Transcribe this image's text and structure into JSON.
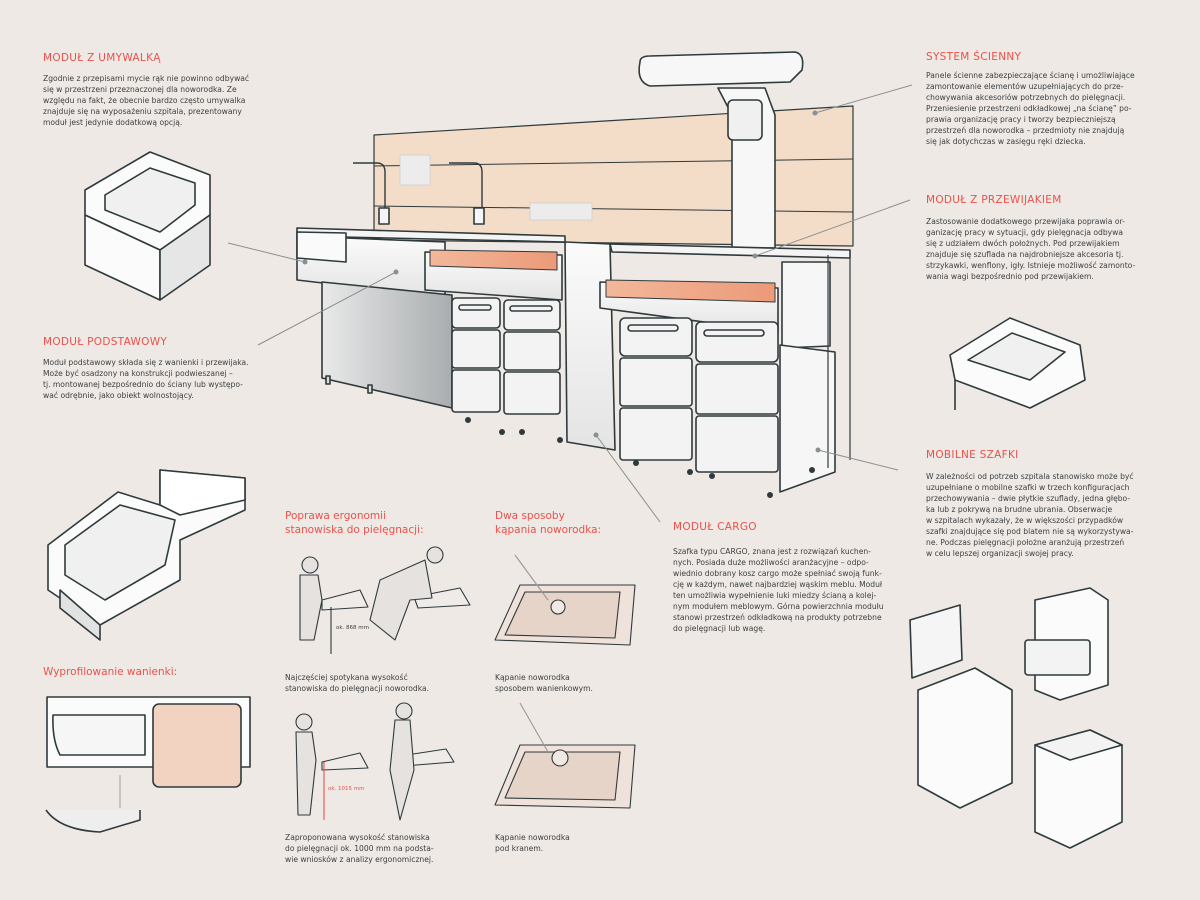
{
  "colors": {
    "background": "#efe9e5",
    "accent": "#e8524b",
    "text": "#3b3f41",
    "line": "#2f3a3c",
    "panel": "#f3dcc8",
    "pad": "#f0a583"
  },
  "sections": {
    "umywalka": {
      "title": "MODUŁ Z UMYWALKĄ",
      "body": "Zgodnie z przepisami mycie rąk nie  powinno odbywać\nsię w przestrzeni przeznaczonej dla noworodka. Ze\nwzględu na fakt, że obecnie bardzo często umywalka\nznajduje się na wyposażeniu szpitala, prezentowany\nmoduł jest jedynie dodatkową opcją."
    },
    "podstawowy": {
      "title": "MODUŁ PODSTAWOWY",
      "body": "Moduł podstawowy składa się z wanienki i przewijaka.\nMoże być osadzony na konstrukcji podwieszanej –\ntj. montowanej bezpośrednio do ściany lub występo-\nwać odrębnie, jako obiekt wolnostojący."
    },
    "wyprofilowanie": {
      "title": "Wyprofilowanie wanienki:"
    },
    "ergonomia": {
      "title": "Poprawa ergonomii\nstanowiska do pielęgnacji:",
      "measure_1": "ok. 868 mm",
      "caption_1": "Najczęściej spotykana wysokość\nstanowiska do pielęgnacji noworodka.",
      "measure_2": "ok. 1015 mm",
      "caption_2": "Zaproponowana wysokość stanowiska\ndo pielęgnacji ok. 1000 mm na podsta-\nwie wniosków z analizy ergonomicznej."
    },
    "kapanie": {
      "title": "Dwa sposoby\nkąpania noworodka:",
      "caption_1": "Kąpanie noworodka\nsposobem wanienkowym.",
      "caption_2": "Kąpanie noworodka\npod kranem."
    },
    "cargo": {
      "title": "MODUŁ CARGO",
      "body": "Szafka typu CARGO, znana jest z rozwiązań kuchen-\nnych. Posiada duże możliwości aranżacyjne – odpo-\nwiednio dobrany kosz cargo może spełniać swoją funk-\ncję w każdym, nawet najbardziej wąskim meblu. Moduł\nten umożliwia wypełnienie luki miedzy ścianą a kolej-\nnym modułem meblowym. Górna powierzchnia modułu\nstanowi przestrzeń odkładkową na produkty potrzebne\ndo pielęgnacji lub wagę."
    },
    "system": {
      "title": "SYSTEM ŚCIENNY",
      "body": "Panele ścienne zabezpieczające ścianę i umożliwiające\nzamontowanie elementów uzupełniających do prze-\nchowywania akcesoriów potrzebnych do pielęgnacji.\nPrzeniesienie przestrzeni odkładkowej „na ścianę” po-\nprawia organizację pracy i tworzy bezpieczniejszą\nprzestrzeń dla noworodka – przedmioty nie znajdują\nsię jak dotychczas w zasięgu ręki dziecka."
    },
    "przewijak": {
      "title": "MODUŁ Z PRZEWIJAKIEM",
      "body": "Zastosowanie dodatkowego przewijaka poprawia or-\nganizację pracy w sytuacji, gdy pielęgnacja odbywa\nsię z udziałem dwóch położnych. Pod przewijakiem\nznajduje się szuflada na najdrobniejsze akcesoria tj.\nstrzykawki, wenflony, igły. Istnieje możliwość zamonto-\nwania wagi bezpośrednio pod przewijakiem."
    },
    "mobilne": {
      "title": "MOBILNE SZAFKI",
      "body": "W zależności od potrzeb szpitala stanowisko może być\nuzupełniane o mobilne szafki w trzech konfiguracjach\nprzechowywania – dwie płytkie szuflady, jedna głębo-\nka lub z pokrywą na brudne ubrania. Obserwacje\nw szpitalach wykazały, że w większości przypadków\nszafki znajdujące się pod blatem nie są wykorzystywa-\nne. Podczas pielęgnacji położne aranżują przestrzeń\nw celu lepszej organizacji swojej pracy."
    }
  }
}
